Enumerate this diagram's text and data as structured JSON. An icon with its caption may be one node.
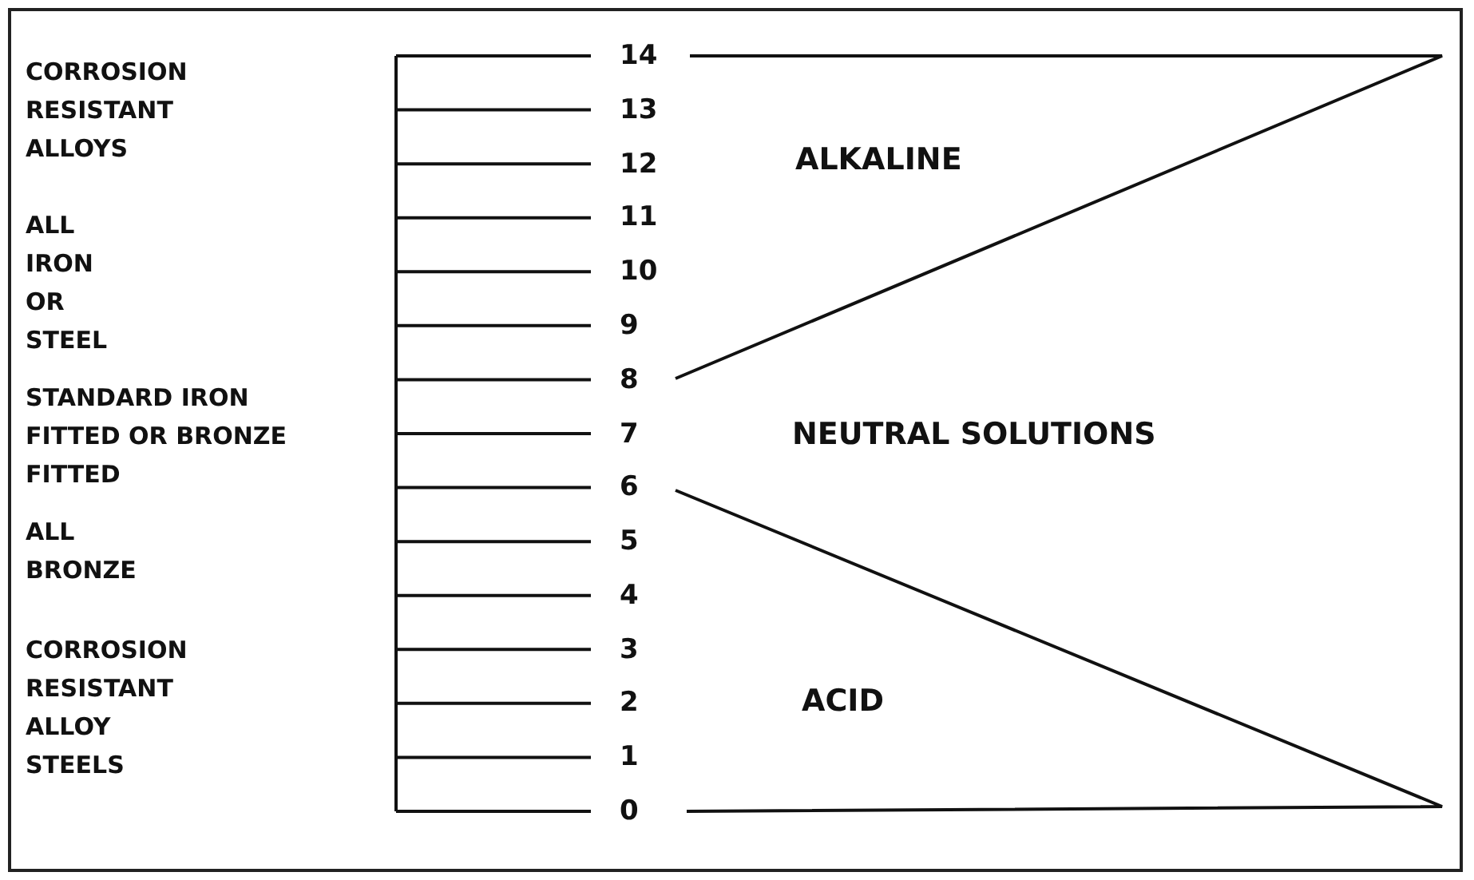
{
  "diagram": {
    "labels": [
      "CORROSION RESISTANT ALLOYS",
      "ALL IRON OR STEEL",
      "STANDARD IRON FITTED OR BRONZE FITTED",
      "ALL BRONZE",
      "CORROSION RESISTANT ALLOY STEELS",
      "14",
      "13",
      "12",
      "11",
      "10",
      "9",
      "8",
      "7",
      "6",
      "5",
      "4",
      "3",
      "2",
      "1",
      "0",
      "ALKALINE",
      "NEUTRAL SOLUTIONS",
      "ACID"
    ]
  }
}
